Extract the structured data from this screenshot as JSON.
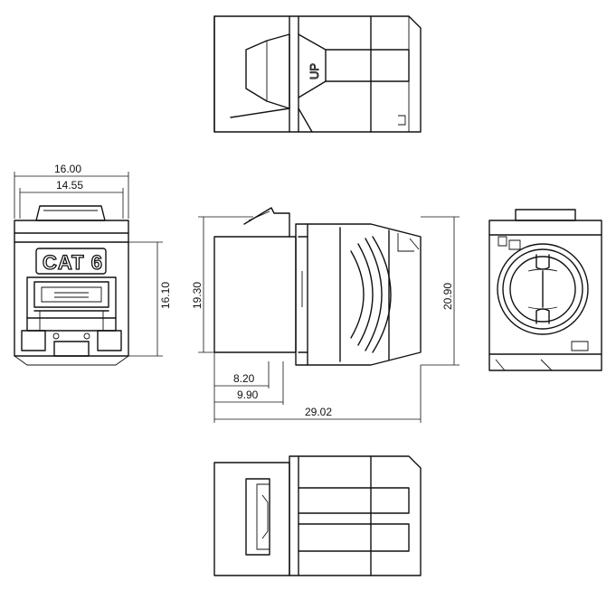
{
  "product_label": "CAT 6",
  "orientation_mark": "UP",
  "dimensions": {
    "front_outer_width": "16.00",
    "front_inner_width": "14.55",
    "front_height": "16.10",
    "side_height": "19.30",
    "side_overall_height": "20.90",
    "depth_a": "8.20",
    "depth_b": "9.90",
    "overall_length": "29.02"
  }
}
